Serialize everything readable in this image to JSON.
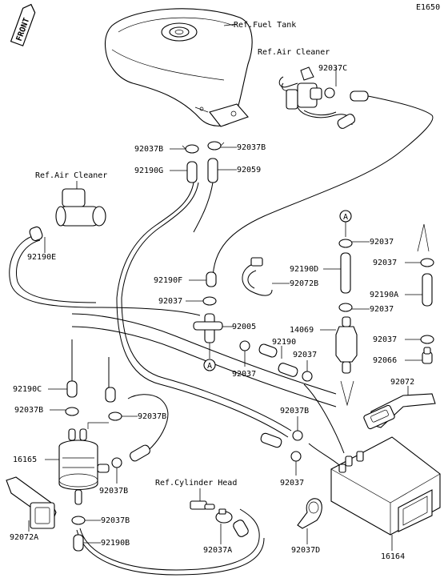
{
  "diagram_id": "E1650",
  "front_badge": "FRONT",
  "references": {
    "fuel_tank": "Ref.Fuel Tank",
    "air_cleaner_top": "Ref.Air Cleaner",
    "air_cleaner_left": "Ref.Air Cleaner",
    "cylinder_head": "Ref.Cylinder Head"
  },
  "markers": {
    "a_upper": "A",
    "a_lower": "A"
  },
  "parts": {
    "p92037C": "92037C",
    "p92037B_top_left": "92037B",
    "p92037B_top_right": "92037B",
    "p92190G": "92190G",
    "p92059": "92059",
    "p92190E": "92190E",
    "p92037_mid_right": "92037",
    "p92190D": "92190D",
    "p92072B": "92072B",
    "p92037_far_right_1": "92037",
    "p92190F": "92190F",
    "p92037_center": "92037",
    "p92190A": "92190A",
    "p92037_right_2": "92037",
    "p92005": "92005",
    "p14069": "14069",
    "p92190": "92190",
    "p92037_far_right_3": "92037",
    "p92037_small_1": "92037",
    "p92037_small_2": "92037",
    "p92066": "92066",
    "p92072": "92072",
    "p92190C": "92190C",
    "p92037B_left": "92037B",
    "p92037B_mid": "92037B",
    "p92037B_right": "92037B",
    "p16165": "16165",
    "p92037B_lower": "92037B",
    "p92037_lower_right": "92037",
    "p92072A": "92072A",
    "p92037B_bottom": "92037B",
    "p92190B": "92190B",
    "p92037A": "92037A",
    "p92037D": "92037D",
    "p16164": "16164"
  }
}
